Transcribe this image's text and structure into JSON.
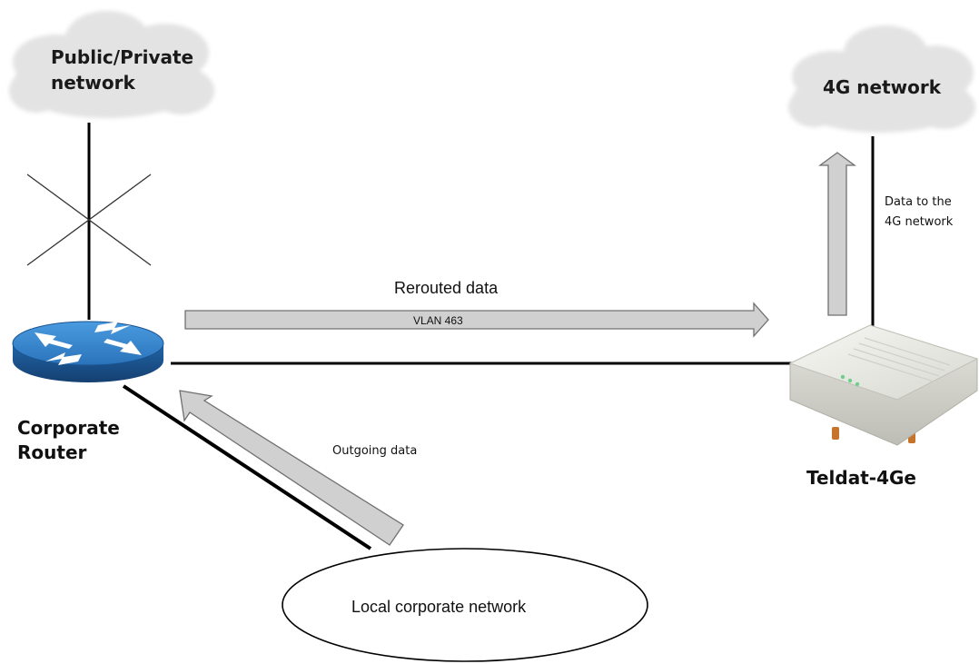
{
  "clouds": {
    "public_private": {
      "line1": "Public/Private",
      "line2": "network"
    },
    "fourg": {
      "label": "4G network"
    }
  },
  "devices": {
    "corporate_router": {
      "line1": "Corporate",
      "line2": "Router"
    },
    "teldat": {
      "label": "Teldat-4Ge"
    }
  },
  "flows": {
    "rerouted": {
      "label": "Rerouted data",
      "tag": "VLAN 463"
    },
    "outgoing": {
      "label": "Outgoing data"
    },
    "to_4g": {
      "line1": "Data to the",
      "line2": "4G network"
    }
  },
  "local_network": {
    "label": "Local corporate network"
  },
  "colors": {
    "cloud": "#e6e6e6",
    "cloud_edge": "#d0d0d0",
    "arrow_fill": "#cfcfcf",
    "arrow_stroke": "#6e6e6e",
    "router_top": "#2f7fc6",
    "router_side": "#1c5a99",
    "device_body": "#eeeeea",
    "line": "#000000"
  }
}
